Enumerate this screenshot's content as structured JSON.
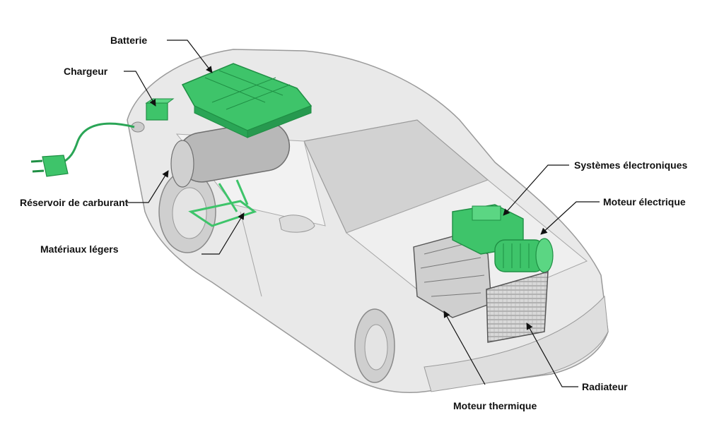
{
  "labels": {
    "batterie": "Batterie",
    "chargeur": "Chargeur",
    "reservoir": "Réservoir de carburant",
    "materiaux": "Matériaux légers",
    "systemes": "Systèmes électroniques",
    "moteur_electrique": "Moteur électrique",
    "radiateur": "Radiateur",
    "moteur_thermique": "Moteur thermique"
  },
  "colors": {
    "component_green": "#3ec46a",
    "component_green_dark": "#1f8f44",
    "body_grey": "#e6e6e6",
    "outline_grey": "#9a9a9a",
    "leader": "#222222"
  }
}
